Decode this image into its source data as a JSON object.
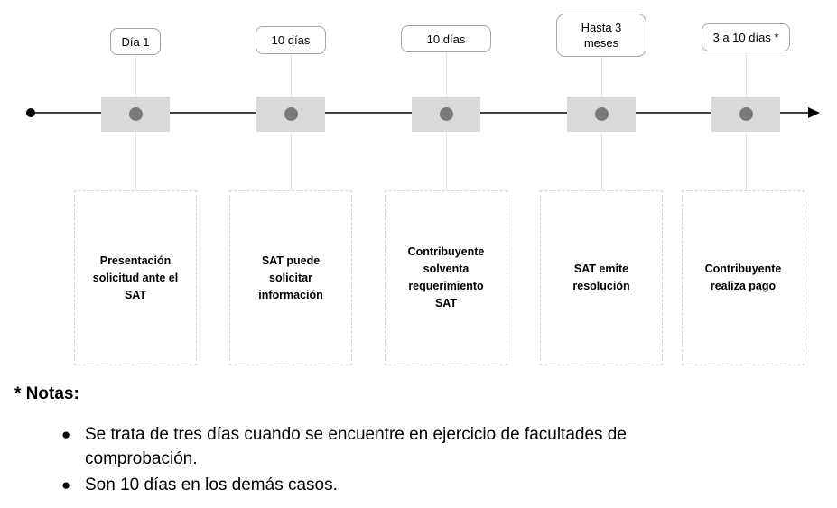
{
  "diagram_title": "",
  "timeline": {
    "milestones": [
      {
        "duration_label": "Día 1",
        "description": "Presentación\nsolicitud ante el\nSAT"
      },
      {
        "duration_label": "10 días",
        "description": "SAT puede\nsolicitar\ninformación"
      },
      {
        "duration_label": "10 días",
        "description": "Contribuyente\nsolventa\nrequerimiento\nSAT"
      },
      {
        "duration_label": "Hasta 3\nmeses",
        "description": "SAT emite\nresolución"
      },
      {
        "duration_label": "3 a 10 días *",
        "description": "Contribuyente\nrealiza pago"
      }
    ]
  },
  "notes": {
    "heading": "* Notas:",
    "bullet_glyph": "●",
    "items": [
      "Se trata de tres días cuando se encuentre en ejercicio de facultades de\ncomprobación.",
      "Son 10 días en los demás casos."
    ]
  },
  "colors": {
    "marker_box_fill": "#d9d9d9",
    "marker_dot_fill": "#7a7a7a",
    "axis_color": "#3f3f3f",
    "label_border": "#a6a6a6",
    "description_border": "#d4d4d4",
    "connector_line": "#e4e4e4",
    "text_color": "#000000",
    "background": "#ffffff"
  }
}
